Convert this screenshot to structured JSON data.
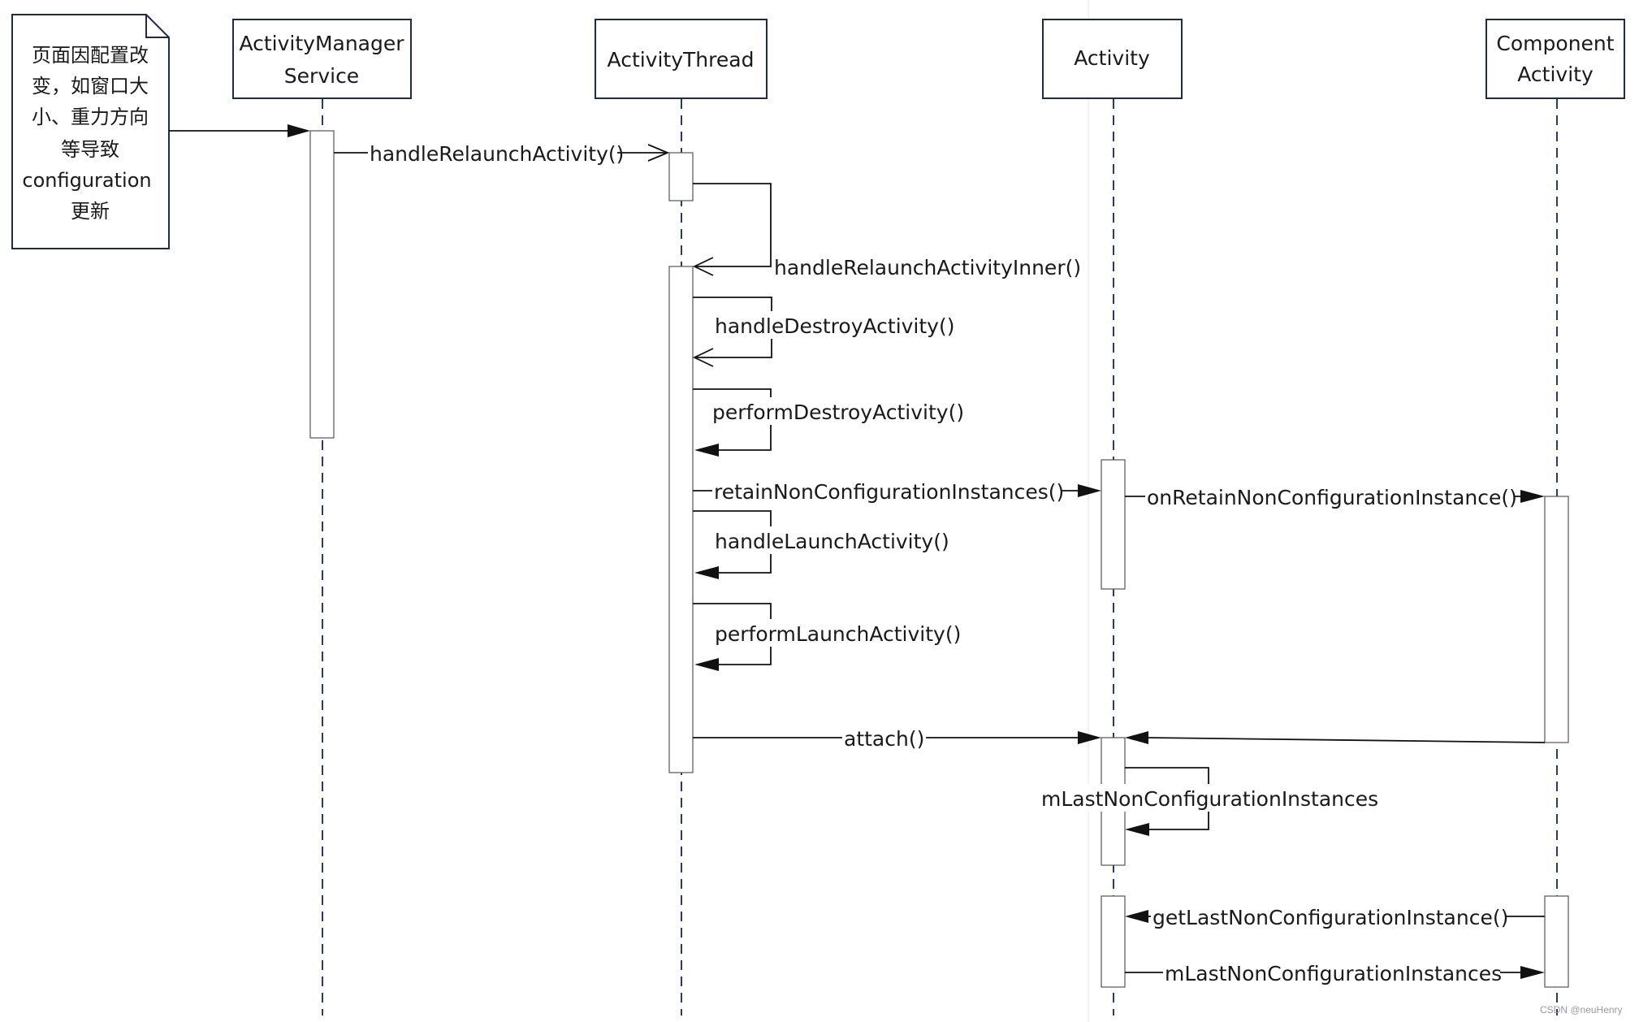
{
  "note": {
    "lines": [
      "页面因配置改",
      "变，如窗口大",
      "小、重力方向",
      "等导致",
      "configuration",
      "更新"
    ]
  },
  "participants": [
    {
      "id": "ams",
      "lines": [
        "ActivityManager",
        "Service"
      ]
    },
    {
      "id": "at",
      "lines": [
        "ActivityThread"
      ]
    },
    {
      "id": "act",
      "lines": [
        "Activity"
      ]
    },
    {
      "id": "ca",
      "lines": [
        "Component",
        "Activity"
      ]
    }
  ],
  "messages": {
    "m1": "handleRelaunchActivity()",
    "m2": "handleRelaunchActivityInner()",
    "m3": "handleDestroyActivity()",
    "m4": "performDestroyActivity()",
    "m5": "retainNonConfigurationInstances()",
    "m6": "onRetainNonConfigurationInstance()",
    "m7": "handleLaunchActivity()",
    "m8": "performLaunchActivity()",
    "m9": "attach()",
    "m10": "mLastNonConfigurationInstances",
    "m11": "getLastNonConfigurationInstance()",
    "m12": "mLastNonConfigurationInstances"
  },
  "watermark": "CSDN @neuHenry"
}
